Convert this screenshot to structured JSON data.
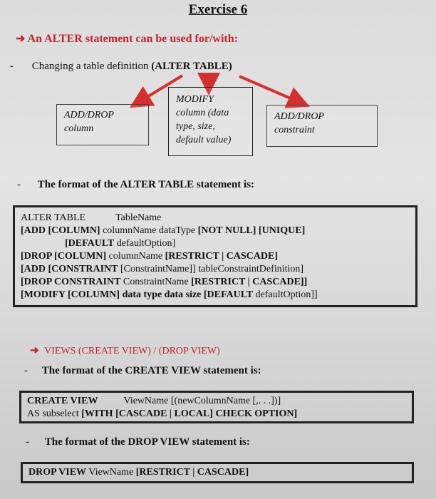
{
  "title": "Exercise 6",
  "alter_heading": "An ALTER statement can be used for/with:",
  "changing_line": {
    "text": "Changing a table definition ",
    "bold": "(ALTER TABLE)"
  },
  "boxes": {
    "add_drop_column": [
      "ADD/DROP",
      "column"
    ],
    "modify": [
      "MODIFY",
      "column (data",
      "type, size,",
      "default value)"
    ],
    "add_drop_constraint": [
      "ADD/DROP",
      "constraint"
    ]
  },
  "format_alter_heading": "The format of the ALTER TABLE statement is:",
  "alter_code": {
    "l1a": "ALTER TABLE",
    "l1b": "TableName",
    "l2a": "[ADD [COLUMN]",
    "l2b": " columnName dataType ",
    "l2c": "[NOT NULL] [UNIQUE]",
    "l3a": "[DEFAULT",
    "l3b": " defaultOption]",
    "l4a": "[DROP [COLUMN]",
    "l4b": " columnName ",
    "l4c": "[RESTRICT | CASCADE]",
    "l5a": "[ADD [CONSTRAINT",
    "l5b": " [ConstraintName]] tableConstraintDefinition]",
    "l6a": "[DROP CONSTRAINT",
    "l6b": " ConstraintName ",
    "l6c": "[RESTRICT | CASCADE]]",
    "l7a": "[MODIFY [COLUMN] data type data size [DEFAULT",
    "l7b": " defaultOption]]"
  },
  "views_heading": "VIEWS (CREATE VIEW) / (DROP VIEW)",
  "format_create_heading": "The format of the CREATE VIEW statement is:",
  "create_code": {
    "l1a": "CREATE VIEW",
    "l1b": "ViewName [(newColumnName [,. . .])]",
    "l2a": "AS",
    "l2b": " subselect ",
    "l2c": "[WITH [CASCADE | LOCAL] CHECK OPTION]"
  },
  "format_drop_heading": "The format of the DROP VIEW statement is:",
  "drop_code": {
    "a": "DROP VIEW",
    "b": " ViewName ",
    "c": "[RESTRICT | CASCADE]"
  },
  "colors": {
    "accent_red": "#c0262d"
  }
}
